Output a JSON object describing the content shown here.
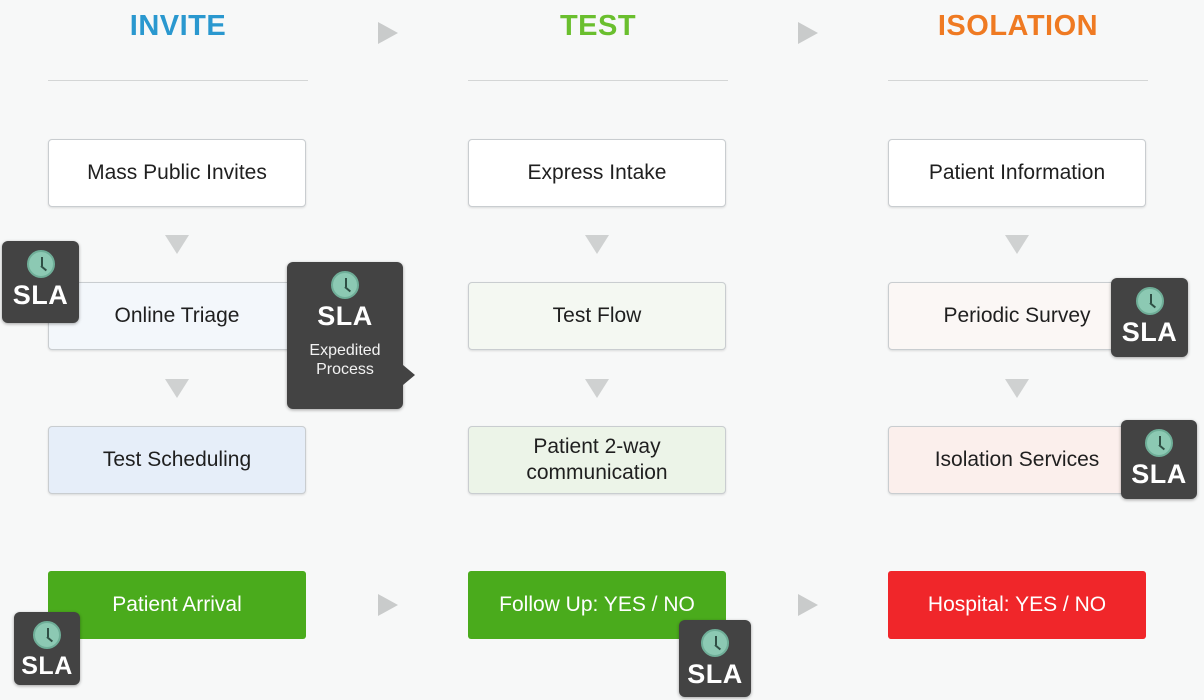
{
  "columns": [
    {
      "header": "INVITE",
      "color": "#2a98cf"
    },
    {
      "header": "TEST",
      "color": "#6abf2e"
    },
    {
      "header": "ISOLATION",
      "color": "#ef7a22"
    }
  ],
  "steps": {
    "invite": [
      "Mass Public Invites",
      "Online Triage",
      "Test Scheduling"
    ],
    "test": [
      "Express Intake",
      "Test Flow",
      "Patient 2-way communication"
    ],
    "isolation": [
      "Patient Information",
      "Periodic Survey",
      "Isolation Services"
    ]
  },
  "outcomes": {
    "invite": {
      "label": "Patient Arrival",
      "color": "#4aab1c"
    },
    "test": {
      "label": "Follow Up: YES / NO",
      "color": "#4aab1c"
    },
    "isolation": {
      "label": "Hospital: YES / NO",
      "color": "#f0262a"
    }
  },
  "badges": {
    "label": "SLA",
    "icon": "clock-icon",
    "expedited": "Expedited Process"
  },
  "colors": {
    "badge_bg": "#434343",
    "clock": "#8cc9b3"
  }
}
